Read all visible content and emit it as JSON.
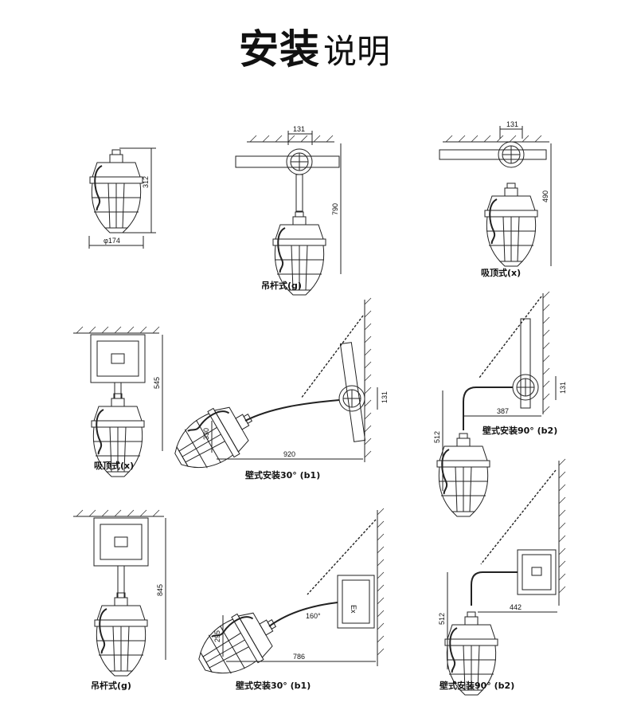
{
  "title": {
    "bold": "安装",
    "light": "说明"
  },
  "figures": [
    {
      "id": "fig1",
      "dims": [
        "312",
        "φ174"
      ],
      "caption": ""
    },
    {
      "id": "fig2",
      "dims": [
        "131",
        "790"
      ],
      "caption": "吊杆式(g)"
    },
    {
      "id": "fig3",
      "dims": [
        "131",
        "490"
      ],
      "caption": "吸顶式(x)"
    },
    {
      "id": "fig4",
      "dims": [
        "545"
      ],
      "caption": "吸顶式(x)"
    },
    {
      "id": "fig5",
      "dims": [
        "330",
        "920",
        "131"
      ],
      "caption": "壁式安装30°  (b1)"
    },
    {
      "id": "fig6",
      "dims": [
        "131",
        "387",
        "512"
      ],
      "caption": "壁式安装90°  (b2)"
    },
    {
      "id": "fig7",
      "dims": [
        "845"
      ],
      "caption": "吊杆式(g)"
    },
    {
      "id": "fig8",
      "dims": [
        "295",
        "160°",
        "786"
      ],
      "caption": "壁式安装30°  (b1)"
    },
    {
      "id": "fig9",
      "dims": [
        "512",
        "442"
      ],
      "caption": "壁式安装90°  (b2)"
    }
  ],
  "box_mark": "Ex"
}
